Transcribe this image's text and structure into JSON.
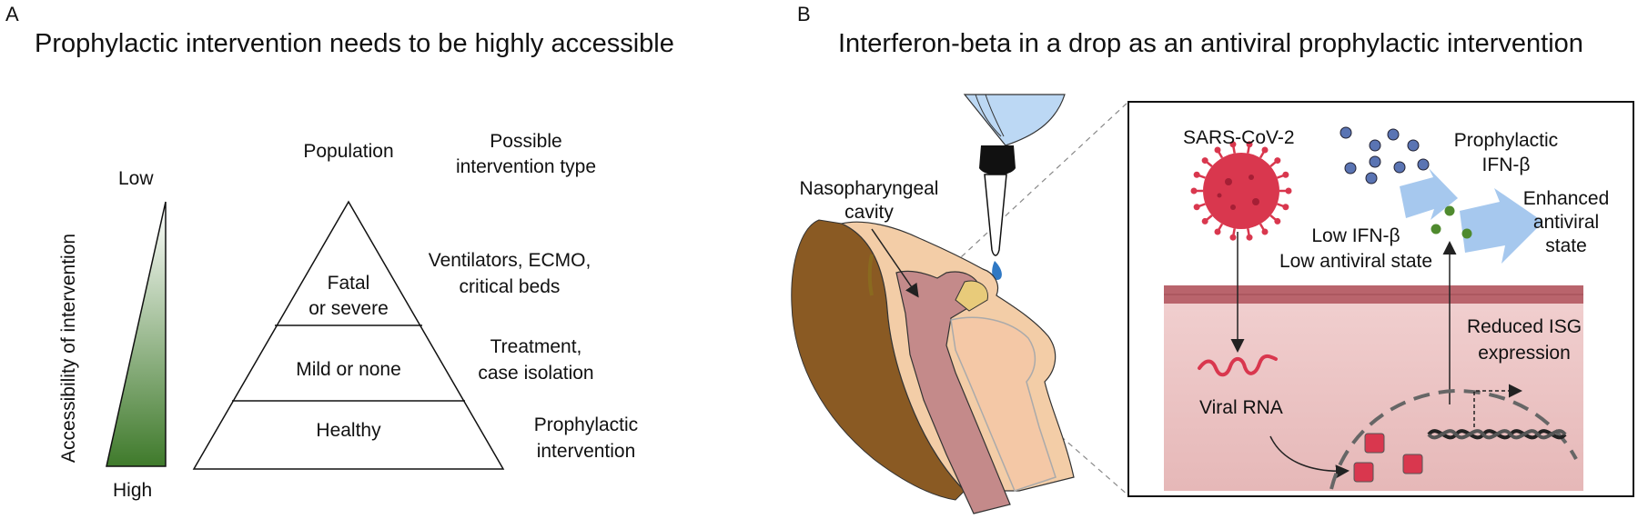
{
  "panel_a": {
    "letter": "A",
    "title": "Prophylactic intervention needs to be highly accessible",
    "axis_label": "Accessibility of intervention",
    "axis_low": "Low",
    "axis_high": "High",
    "column_population": "Population",
    "column_intervention": [
      "Possible",
      "intervention type"
    ],
    "tiers": [
      {
        "population": [
          "Fatal",
          "or severe"
        ],
        "intervention": [
          "Ventilators, ECMO,",
          "critical beds"
        ]
      },
      {
        "population": [
          "Mild or none"
        ],
        "intervention": [
          "Treatment,",
          "case isolation"
        ]
      },
      {
        "population": [
          "Healthy"
        ],
        "intervention": [
          "Prophylactic",
          "intervention"
        ]
      }
    ],
    "gradient_colors": {
      "top": "#ffffff",
      "bottom": "#3f7a2b"
    }
  },
  "panel_b": {
    "letter": "B",
    "title": "Interferon-beta in a drop as an antiviral prophylactic intervention",
    "nasopharyngeal": [
      "Nasopharyngeal",
      "cavity"
    ],
    "virus": "SARS-CoV-2",
    "prophylactic": [
      "Prophylactic",
      "IFN-β"
    ],
    "enhanced": [
      "Enhanced",
      "antiviral",
      "state"
    ],
    "low_state": [
      "Low IFN-β",
      "Low antiviral state"
    ],
    "reduced_isg": [
      "Reduced ISG",
      "expression"
    ],
    "viral_rna": "Viral RNA",
    "colors": {
      "virus": "#d9374e",
      "ifn_particle": "#5a74b3",
      "green_dot": "#4f8a2e",
      "arrow_blue": "#9cc2ec",
      "tissue": "#eac3c3",
      "membrane": "#b9646c"
    }
  }
}
